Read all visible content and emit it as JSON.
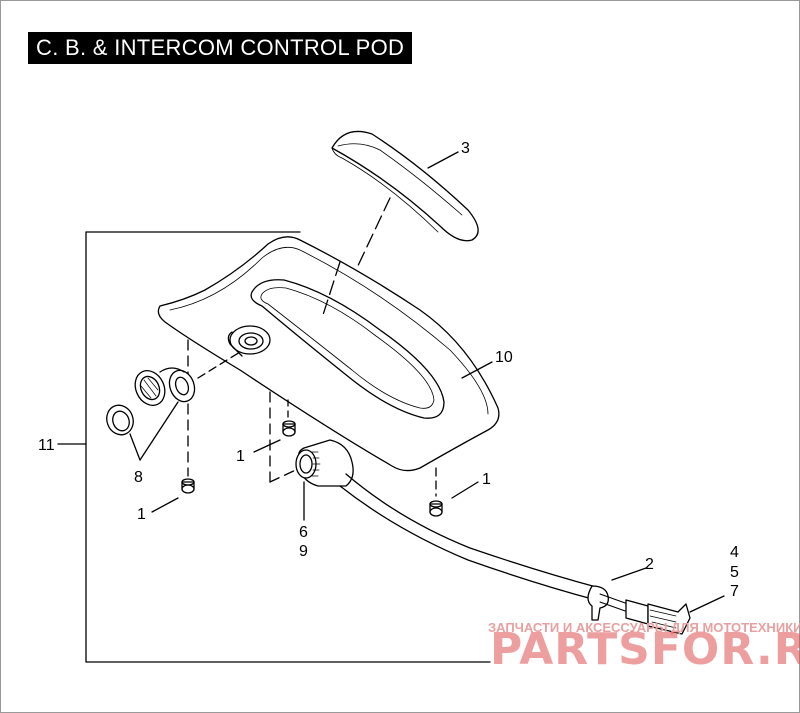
{
  "title": "C. B. & INTERCOM CONTROL POD",
  "callouts": {
    "c1a": "1",
    "c1b": "1",
    "c1c": "1",
    "c2": "2",
    "c3": "3",
    "c4": "4",
    "c5": "5",
    "c6": "6",
    "c7": "7",
    "c8": "8",
    "c9": "9",
    "c10": "10",
    "c11": "11"
  },
  "watermark": {
    "tagline": "ЗАПЧАСТИ И АКСЕССУАРЫ ДЛЯ МОТОТЕХНИКИ",
    "brand": "PARTSFOR.RU"
  },
  "colors": {
    "line": "#000000",
    "title_bg": "#000000",
    "title_text": "#ffffff",
    "watermark": "#e05050"
  }
}
